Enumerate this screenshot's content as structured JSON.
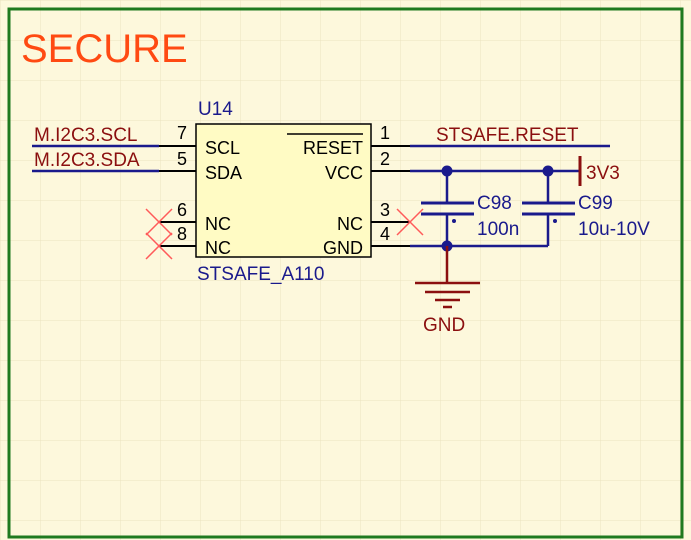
{
  "sheet": {
    "title": "SECURE",
    "colors": {
      "background": "#fdf8dc",
      "grid": "#efe7c6",
      "border": "#1f7a1f",
      "title": "#ff4a12",
      "wire": "#1a1a8c",
      "net_label": "#8b0f0f",
      "power": "#8b0f0f",
      "component_body": "#fffbc4",
      "component_text": "#1a1a8c",
      "pin_text": "#000000",
      "no_connect": "#ff5a5a"
    }
  },
  "u14": {
    "designator": "U14",
    "part_value": "STSAFE_A110",
    "pins": {
      "scl": {
        "number": "7",
        "name": "SCL"
      },
      "sda": {
        "number": "5",
        "name": "SDA"
      },
      "nc6": {
        "number": "6",
        "name": "NC"
      },
      "nc8": {
        "number": "8",
        "name": "NC"
      },
      "reset": {
        "number": "1",
        "name": "RESET"
      },
      "vcc": {
        "number": "2",
        "name": "VCC"
      },
      "nc3": {
        "number": "3",
        "name": "NC"
      },
      "gnd": {
        "number": "4",
        "name": "GND"
      }
    }
  },
  "nets": {
    "scl": "M.I2C3.SCL",
    "sda": "M.I2C3.SDA",
    "reset": "STSAFE.RESET"
  },
  "power": {
    "vcc": "3V3",
    "ground": "GND"
  },
  "c98": {
    "designator": "C98",
    "value": "100n"
  },
  "c99": {
    "designator": "C99",
    "value": "10u-10V"
  }
}
